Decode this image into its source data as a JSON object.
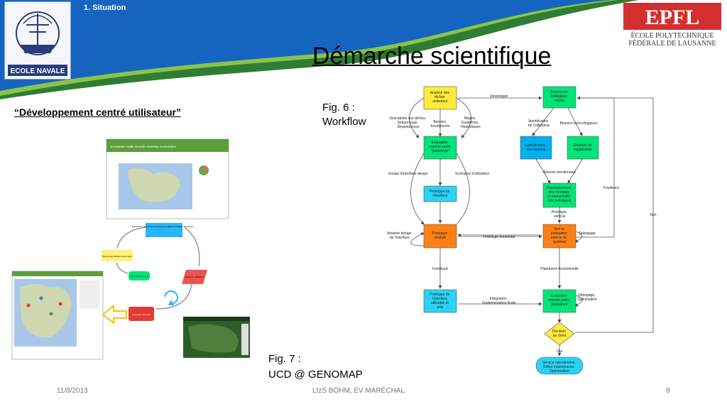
{
  "header": {
    "section": "1. Situation",
    "title": "Démarche scientifique",
    "logo_left_text": "ECOLE NAVALE",
    "epfl_logo_text": "EPFL",
    "epfl_line1": "ÉCOLE POLYTECHNIQUE",
    "epfl_line2": "FÉDÉRALE DE LAUSANNE",
    "accent_color": "#2e7d32",
    "banner_color": "#1565c0"
  },
  "subtitle": "“Développement centré utilisateur”",
  "figures": {
    "fig6_line1": "Fig. 6 :",
    "fig6_line2": "Workflow",
    "fig7_line1": "Fig. 7 :",
    "fig7_line2": "UCD @ GENOMAP"
  },
  "ucd": {
    "screenshot_top_title": "European Cattle Genetic Diversity Consortium",
    "box_top": "Entretien et recherche de données; analyse technique; Prototype: ...",
    "box_left": "Besoin des tâches à accomplir",
    "box_green": "Conception du site",
    "box_red_right": "Scénario utilisateur",
    "box_red_bottom": "Prototype interactif"
  },
  "workflow": {
    "n_analyse_taches": [
      "Analyse des",
      "tâches",
      "utilisateur"
    ],
    "n_analyse_user": [
      "Analyse de",
      "l'utilisateur",
      "même"
    ],
    "n_evaluation1": [
      "Evaluation",
      "experte selon",
      "\"guidelines\""
    ],
    "n_proto_interface": [
      "Prototype de",
      "l'interface"
    ],
    "n_proto_evolutif": [
      "Prototype",
      "évolutif"
    ],
    "n_proto_final": [
      "Prototype de",
      "l'interface",
      "utilisable et",
      "utile"
    ],
    "n_specification": [
      "Spécification",
      "des besoins"
    ],
    "n_situation": [
      "Situation de",
      "l'application"
    ],
    "n_developpement": [
      "Développement",
      "des concepts",
      "et connectivité",
      "des prototypes"
    ],
    "n_test": [
      "Test et",
      "évaluation",
      "interne du",
      "système"
    ],
    "n_evaluation2": [
      "Evaluation",
      "experte selon",
      "\"guidelines\""
    ],
    "n_decision": [
      "Décision",
      "du client"
    ],
    "n_service": [
      "Service opérationnel,",
      "Début maintenance,",
      "Optimisation"
    ],
    "l_developper": "Développer",
    "l_description": [
      "Description des tâches,",
      "Séquençage,",
      "Dépendances"
    ],
    "l_besoins_fonct": [
      "Besoins",
      "fonctionnels"
    ],
    "l_regles": [
      "Règles,",
      "Guidelines,",
      "Heuristiques"
    ],
    "l_identification": [
      "Identification",
      "de l'utilisateur"
    ],
    "l_besoins_techno": "Besoins technologiques",
    "l_essais": "Essais d'interface-design",
    "l_scenarios": "Scénarios d'utilisation",
    "l_besoins_fonct2": "Besoins fonctionnels",
    "l_feedback_right": "Feedback",
    "l_non": "Non",
    "l_proto_vertical": [
      "Prototype",
      "vertical"
    ],
    "l_iteration": [
      "Itération design",
      "de l'interface"
    ],
    "l_proto_horizontal": "Prototype horizontal",
    "l_debogage": "Débogage",
    "l_feedback": "Feedback",
    "l_plateforme": "Plateforme fonctionnelle",
    "l_integration": [
      "Intégration,",
      "Implementation finale"
    ],
    "l_debogage_opt": [
      "Débogage,",
      "Optimisation"
    ],
    "l_oui": "Oui"
  },
  "footer": {
    "date": "11/8/2013",
    "author": "LtzS BÖHM, EV MARÉCHAL",
    "page": "9"
  }
}
